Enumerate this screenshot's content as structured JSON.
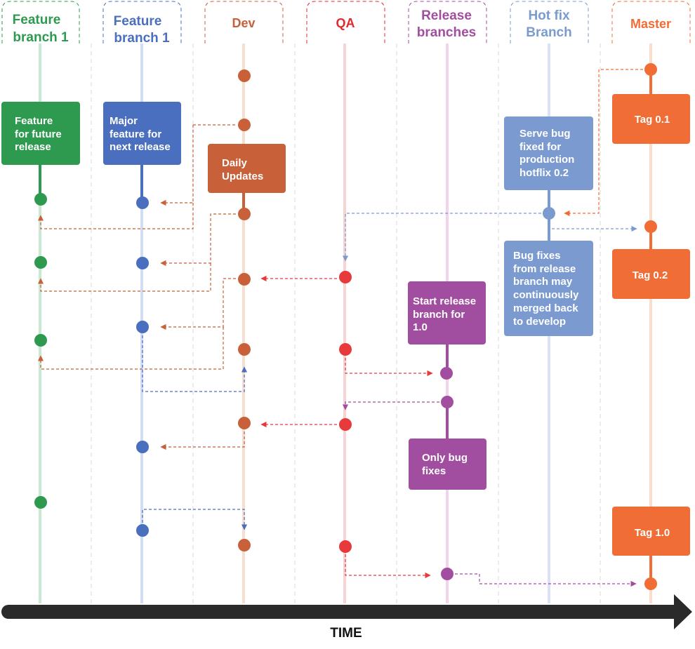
{
  "colors": {
    "feature": "#2e9a4f",
    "feature_blue": "#4a6fbf",
    "dev": "#c8603a",
    "qa": "#e83a3a",
    "release": "#a24ea0",
    "hotfix": "#7b9bd0",
    "master": "#f06d35",
    "time_arrow": "#2a2a2a",
    "separator": "#d6d6d6"
  },
  "lanes": [
    {
      "id": "feature-branch-1",
      "label": [
        "Feature",
        "branch 1"
      ],
      "color": "#2e9a4f",
      "line": "#c6e8cf"
    },
    {
      "id": "feature-branch-1-blue",
      "label": [
        "Feature",
        "branch 1"
      ],
      "color": "#4a6fbf",
      "line": "#cdd9f2"
    },
    {
      "id": "dev",
      "label": [
        "Dev"
      ],
      "color": "#c8603a",
      "line": "#f3d9c8"
    },
    {
      "id": "qa",
      "label": [
        "QA"
      ],
      "color": "#e32a2a",
      "line": "#f7cccc"
    },
    {
      "id": "release-branches",
      "label": [
        "Release",
        "branches"
      ],
      "color": "#a24ea0",
      "line": "#f0cce6"
    },
    {
      "id": "hot-fix-branch",
      "label": [
        "Hot fix",
        "Branch"
      ],
      "color": "#7b9bd0",
      "line": "#d6e0f2"
    },
    {
      "id": "master",
      "label": [
        "Master"
      ],
      "color": "#f06d35",
      "line": "#fbd9c8"
    }
  ],
  "notes": [
    {
      "id": "feature-for-future-release",
      "lines": [
        "Feature",
        "for future",
        "release"
      ]
    },
    {
      "id": "major-feature-for-next-release",
      "lines": [
        "Major",
        "feature for",
        "next release"
      ]
    },
    {
      "id": "daily-updates",
      "lines": [
        "Daily",
        "Updates"
      ]
    },
    {
      "id": "serve-bug-fixed",
      "lines": [
        "Serve bug",
        "fixed for",
        "production",
        "hotflix 0.2"
      ]
    },
    {
      "id": "bug-fixes-from-release",
      "lines": [
        "Bug fixes",
        "from release",
        "branch may",
        "continuously",
        "merged back",
        "to develop"
      ]
    },
    {
      "id": "start-release-branch",
      "lines": [
        "Start release",
        "branch for",
        "1.0"
      ]
    },
    {
      "id": "only-bug-fixes",
      "lines": [
        "Only bug",
        "fixes"
      ]
    },
    {
      "id": "tag-0-1",
      "lines": [
        "Tag 0.1"
      ]
    },
    {
      "id": "tag-0-2",
      "lines": [
        "Tag 0.2"
      ]
    },
    {
      "id": "tag-1-0",
      "lines": [
        "Tag 1.0"
      ]
    }
  ],
  "axis": {
    "label": "TIME"
  }
}
